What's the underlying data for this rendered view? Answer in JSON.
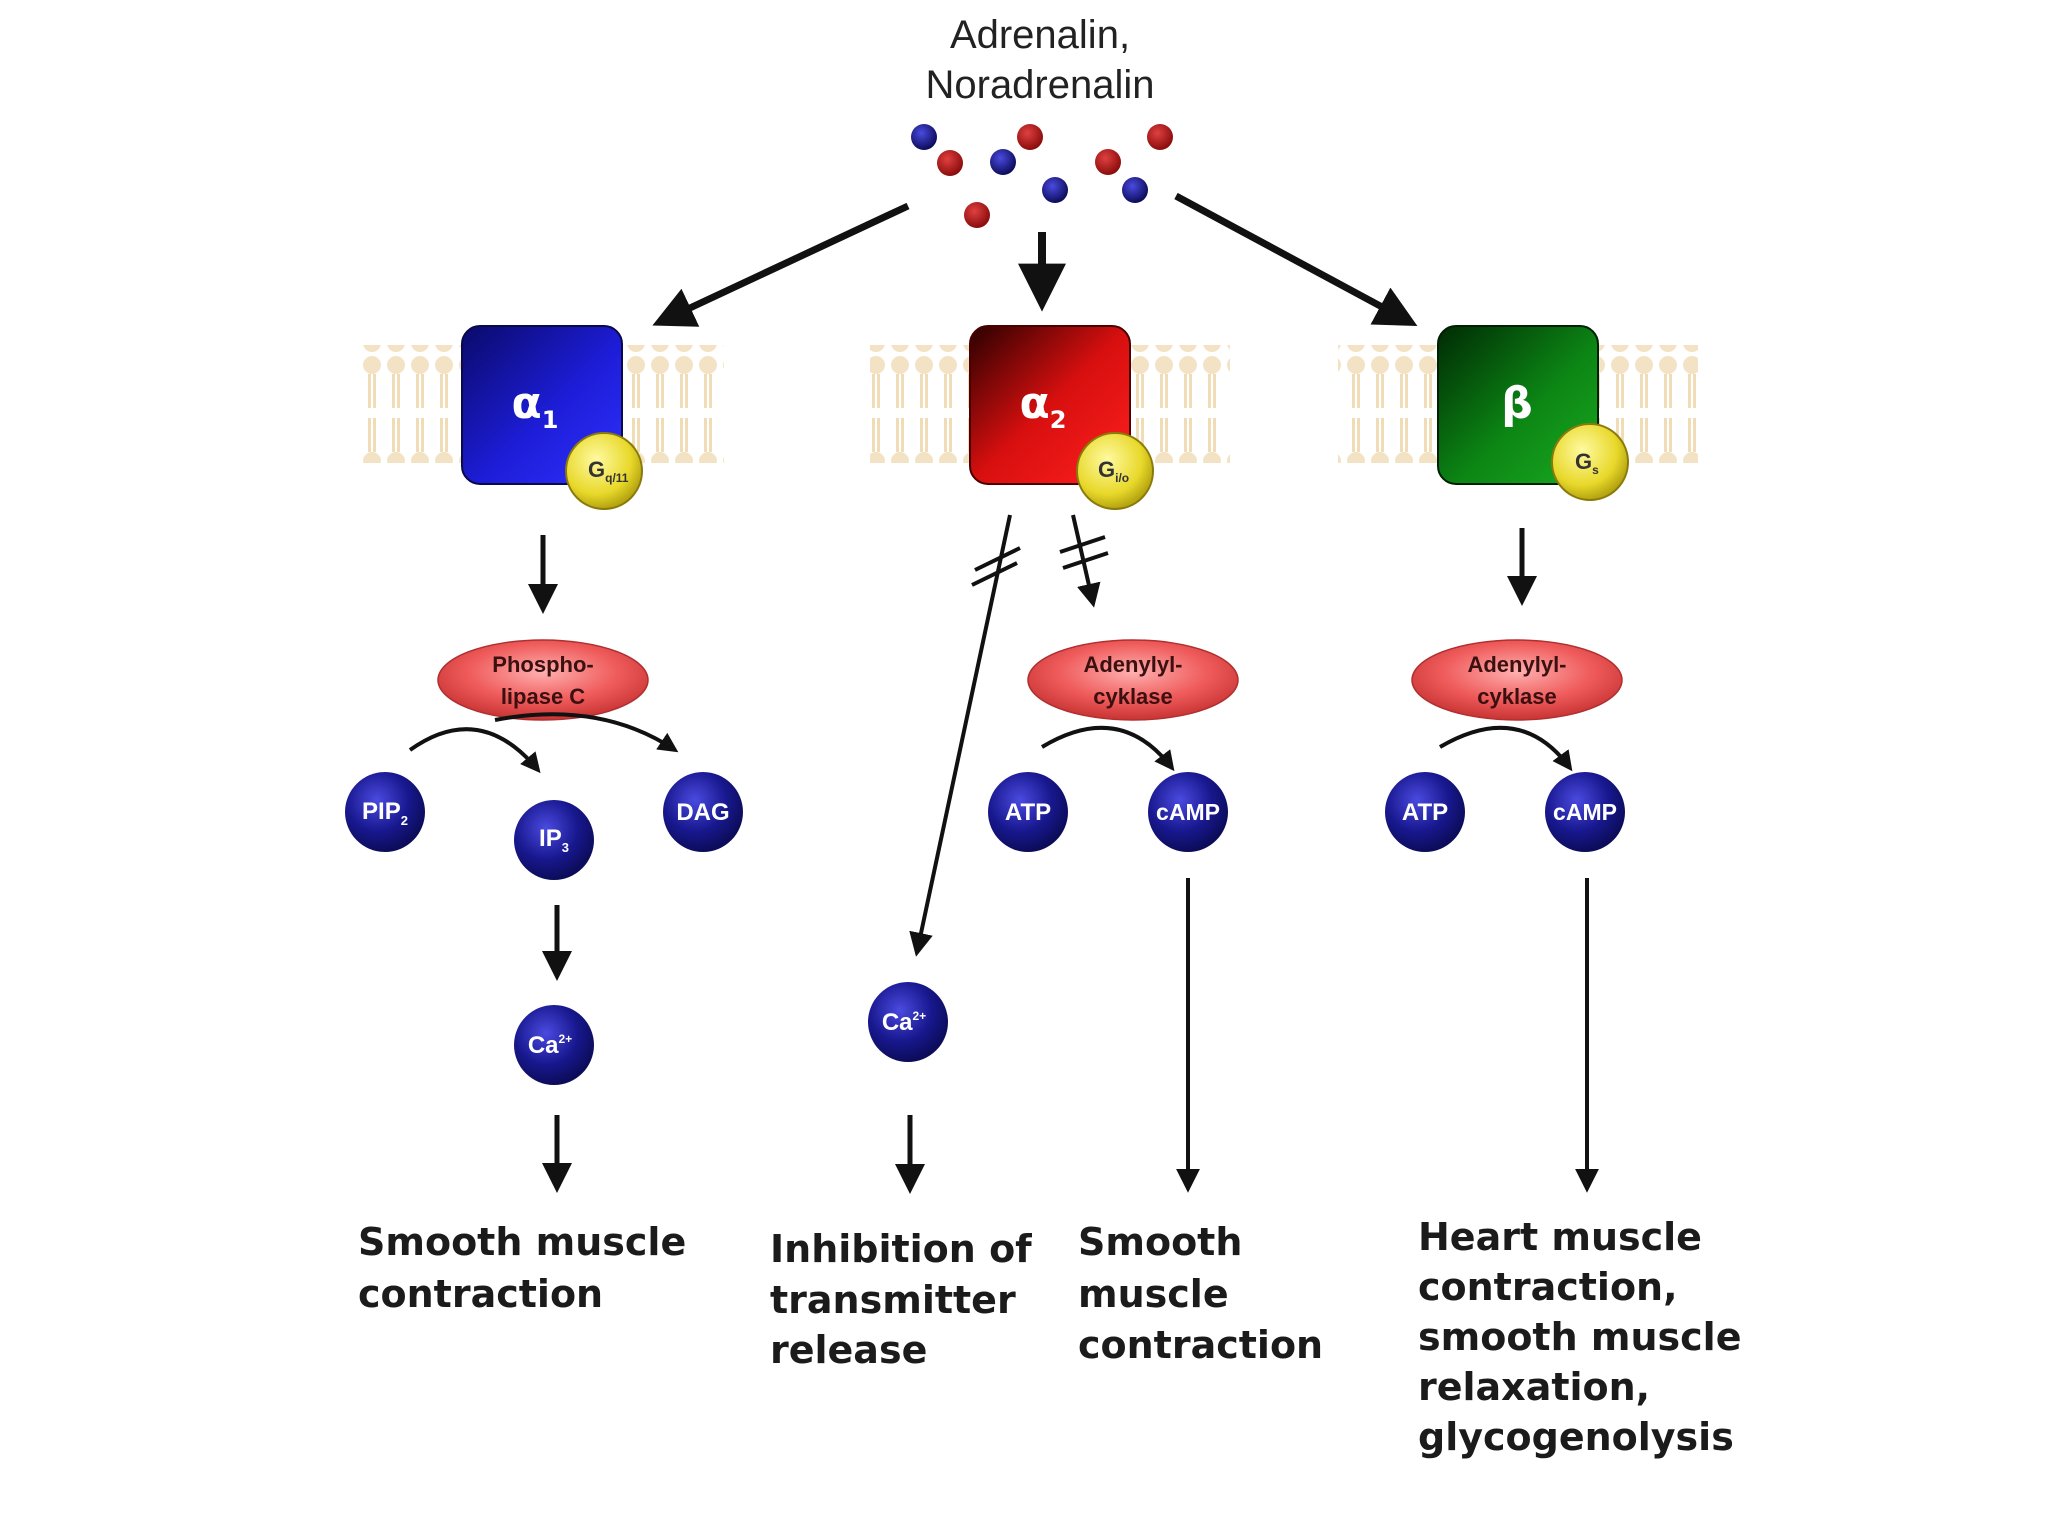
{
  "ligand": {
    "line1": "Adrenalin,",
    "line2": "Noradrenalin"
  },
  "receptors": {
    "alpha1": {
      "symbol": "α",
      "sub": "1",
      "gprotein": "G",
      "gsub": "q/11",
      "color": "#1b1bd6"
    },
    "alpha2": {
      "symbol": "α",
      "sub": "2",
      "gprotein": "G",
      "gsub": "i/o",
      "color": "#e01010"
    },
    "beta": {
      "symbol": "β",
      "gprotein": "G",
      "gsub": "s",
      "color": "#0e8a14"
    }
  },
  "enzymes": {
    "plc_line1": "Phospho-",
    "plc_line2": "lipase C",
    "ac_line1": "Adenylyl-",
    "ac_line2": "cyklase"
  },
  "molecules": {
    "pip": "PIP",
    "pip_sub": "2",
    "ip": "IP",
    "ip_sub": "3",
    "dag": "DAG",
    "ca": "Ca",
    "ca_sup": "2+",
    "atp": "ATP",
    "camp": "cAMP"
  },
  "effects": {
    "alpha1": [
      "Smooth muscle",
      "contraction"
    ],
    "alpha2_ca": [
      "Inhibition of",
      "transmitter",
      "release"
    ],
    "alpha2_camp": [
      "Smooth",
      "muscle",
      "contraction"
    ],
    "beta": [
      "Heart muscle",
      "contraction,",
      "smooth muscle",
      "relaxation,",
      "glycogenolysis"
    ]
  },
  "colors": {
    "molecule_blue": "#1a1a9a",
    "ligand_red": "#b01818",
    "ligand_blue": "#1a1a9a",
    "membrane": "#f0dfbf",
    "enzyme": "#ef5a5a",
    "gprotein": "#f0e33a"
  }
}
